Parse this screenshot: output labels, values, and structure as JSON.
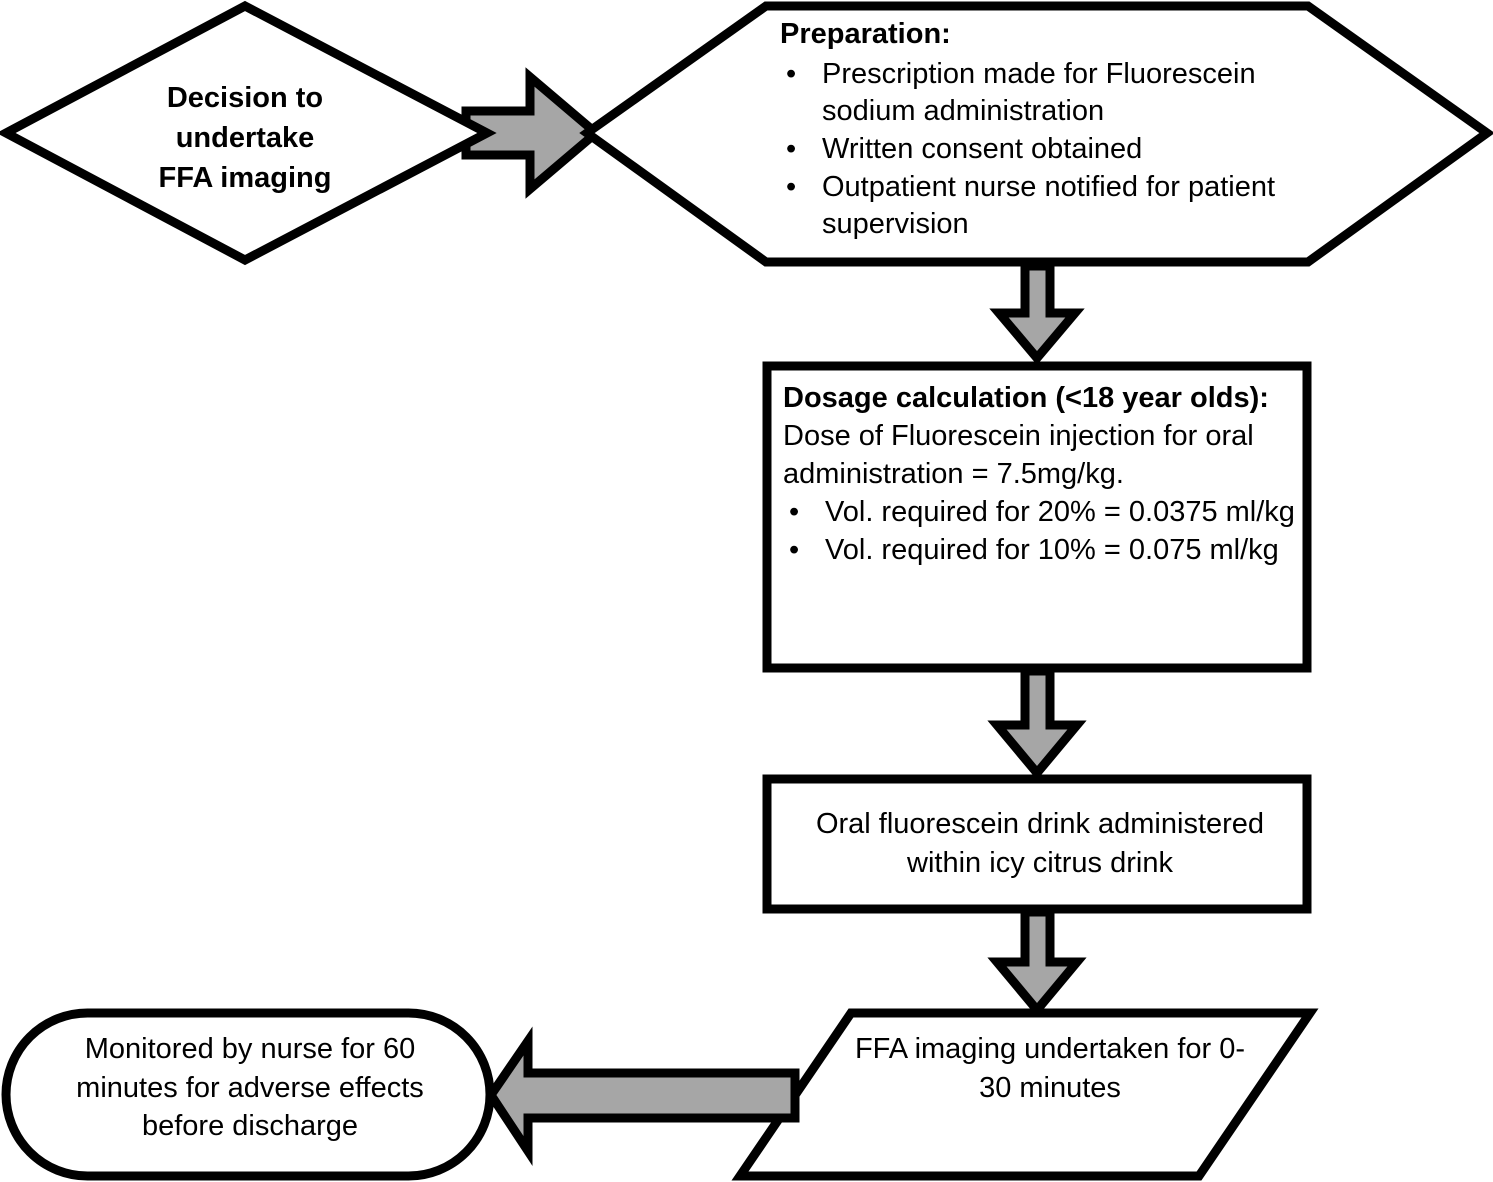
{
  "diagram": {
    "title": "Oral fluorescein angiography (FFA) pathway flowchart",
    "type": "flowchart",
    "colors": {
      "shape_fill": "#ffffff",
      "shape_stroke": "#000000",
      "connector_fill": "#a6a6a6",
      "connector_stroke": "#000000",
      "background": "#ffffff"
    }
  },
  "nodes": {
    "decision": {
      "shape": "diamond",
      "lines": [
        "Decision to",
        "undertake",
        "FFA imaging"
      ]
    },
    "preparation": {
      "shape": "hexagon",
      "heading": "Preparation:",
      "bullets": [
        "Prescription made for Fluorescein sodium administration",
        "Written consent obtained",
        "Outpatient nurse notified for patient supervision"
      ]
    },
    "dosage": {
      "shape": "rectangle",
      "heading": "Dosage calculation (<18 year olds):",
      "body": "Dose of Fluorescein injection for oral administration = 7.5mg/kg.",
      "bullets": [
        "Vol. required for 20% = 0.0375 ml/kg",
        "Vol. required for 10% = 0.075 ml/kg"
      ]
    },
    "drink": {
      "shape": "rectangle",
      "text": "Oral fluorescein drink administered within icy citrus drink"
    },
    "ffa_imaging": {
      "shape": "parallelogram",
      "text": "FFA imaging undertaken for 0-30 minutes"
    },
    "monitor": {
      "shape": "stadium",
      "text": "Monitored by nurse for 60 minutes for adverse effects before discharge"
    }
  },
  "connectors": [
    {
      "name": "decision-to-preparation",
      "direction": "right"
    },
    {
      "name": "preparation-to-dosage",
      "direction": "down"
    },
    {
      "name": "dosage-to-drink",
      "direction": "down"
    },
    {
      "name": "drink-to-ffa-imaging",
      "direction": "down"
    },
    {
      "name": "ffa-imaging-to-monitor",
      "direction": "left"
    }
  ]
}
